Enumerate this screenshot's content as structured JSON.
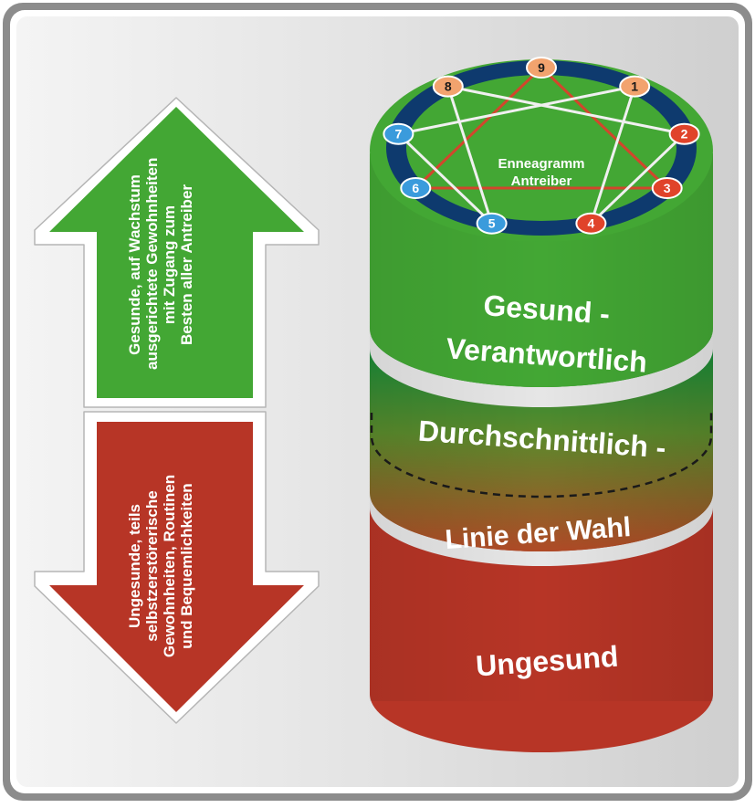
{
  "arrows": {
    "up": {
      "lines": [
        "Gesunde, auf Wachstum",
        "ausgerichtete Gewohnheiten",
        "mit Zugang zum",
        "Besten aller Antreiber"
      ],
      "color": "#43a734"
    },
    "down": {
      "lines": [
        "Ungesunde, teils",
        "selbstzerstörerische",
        "Gewohnheiten, Routinen",
        "und Bequemlichkeiten"
      ],
      "color": "#b73526"
    }
  },
  "enneagram": {
    "title_line1": "Enneagramm",
    "title_line2": "Antreiber",
    "points": [
      {
        "label": "9",
        "color": "#f2a36e"
      },
      {
        "label": "1",
        "color": "#f2a36e"
      },
      {
        "label": "2",
        "color": "#e0432a"
      },
      {
        "label": "3",
        "color": "#e0432a"
      },
      {
        "label": "4",
        "color": "#e0432a"
      },
      {
        "label": "5",
        "color": "#3a9bdc"
      },
      {
        "label": "6",
        "color": "#3a9bdc"
      },
      {
        "label": "7",
        "color": "#3a9bdc"
      },
      {
        "label": "8",
        "color": "#f2a36e"
      }
    ]
  },
  "cylinder": {
    "label_healthy_1": "Gesund -",
    "label_healthy_2": "Verantwortlich",
    "label_average": "Durchschnittlich -",
    "label_choice": "Linie der Wahl",
    "label_unhealthy": "Ungesund",
    "colors": {
      "green": "#43a734",
      "dark_green": "#0b8a3a",
      "red": "#b73526",
      "ring": "#0e3a6e"
    }
  }
}
